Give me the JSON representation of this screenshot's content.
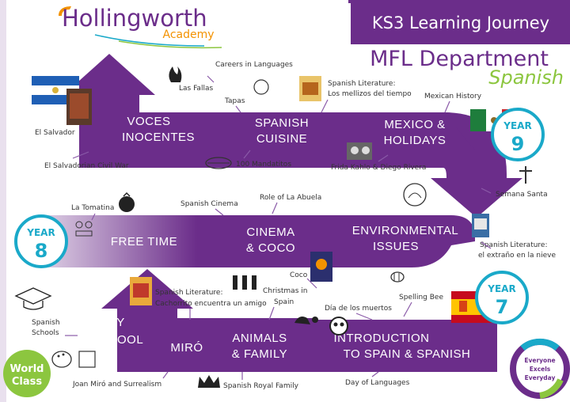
{
  "header": {
    "logo_name": "Hollingworth",
    "logo_sub": "Academy",
    "journey_title": "KS3 Learning Journey",
    "department": "MFL Department",
    "language": "Spanish"
  },
  "years": {
    "year_label": "YEAR",
    "y7": "7",
    "y8": "8",
    "y9": "9"
  },
  "topics": {
    "voces_1": "VOCES",
    "voces_2": "INOCENTES",
    "cuisine_1": "SPANISH",
    "cuisine_2": "CUISINE",
    "mexico_1": "MEXICO &",
    "mexico_2": "HOLIDAYS",
    "free_time": "FREE TIME",
    "cinema_1": "CINEMA",
    "cinema_2": "& COCO",
    "env_1": "ENVIRONMENTAL",
    "env_2": "ISSUES",
    "school_1": "MY",
    "school_2": "SCHOOL",
    "miro": "MIRÓ",
    "animals_1": "ANIMALS",
    "animals_2": "& FAMILY",
    "intro_1": "INTRODUCTION",
    "intro_2": "TO SPAIN & SPANISH"
  },
  "notes": {
    "careers": "Careers in Languages",
    "fallas": "Las Fallas",
    "tapas": "Tapas",
    "lit_mellizos_1": "Spanish Literature:",
    "lit_mellizos_2": "Los mellizos del tiempo",
    "mexican_history": "Mexican History",
    "el_salvador": "El Salvador",
    "civil_war": "El Salvadorian Civil War",
    "mandatitos": "100 Mandatitos",
    "frida": "Frida Kahlo & Diego Rivera",
    "semana_santa": "Semana Santa",
    "tomatina": "La Tomatina",
    "spanish_cinema": "Spanish Cinema",
    "abuela": "Role of La Abuela",
    "lit_extrano_1": "Spanish Literature:",
    "lit_extrano_2": "el extraño en la nieve",
    "coco": "Coco",
    "lit_cachorrito_1": "Spanish Literature:",
    "lit_cachorrito_2": "Cachorrito encuentra un amigo",
    "christmas_1": "Christmas in",
    "christmas_2": "Spain",
    "spelling_bee": "Spelling Bee",
    "dia_muertos": "Día de los muertos",
    "spanish_schools_1": "Spanish",
    "spanish_schools_2": "Schools",
    "joan_miro": "Joan Miró and Surrealism",
    "royal_family": "Spanish Royal Family",
    "day_languages": "Day of Languages"
  },
  "badges": {
    "world_1": "World",
    "world_2": "Class",
    "values_1": "Everyone",
    "values_2": "Excels",
    "values_3": "Everyday"
  },
  "colors": {
    "purple": "#6b2d8a",
    "purple_dark": "#5a2278",
    "teal": "#1aa9c9",
    "green": "#8cc63f",
    "orange": "#f39200"
  }
}
